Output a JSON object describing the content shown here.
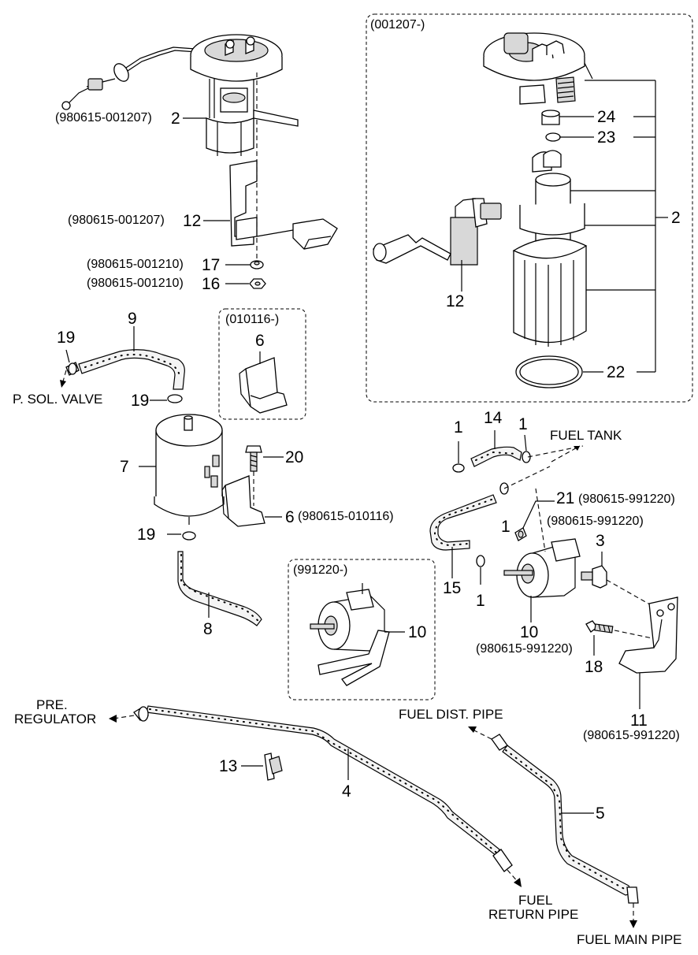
{
  "boxes": {
    "pump_box_variant": "(001207-)",
    "bracket_box_variant": "(010116-)",
    "filter_box_variant": "(991220-)"
  },
  "parts": {
    "p1": "1",
    "p2": "2",
    "p3": "3",
    "p4": "4",
    "p5": "5",
    "p6": "6",
    "p7": "7",
    "p8": "8",
    "p9": "9",
    "p10": "10",
    "p11": "11",
    "p12": "12",
    "p13": "13",
    "p14": "14",
    "p15": "15",
    "p16": "16",
    "p17": "17",
    "p18": "18",
    "p19": "19",
    "p20": "20",
    "p21": "21",
    "p22": "22",
    "p23": "23",
    "p24": "24"
  },
  "labels": {
    "pump_module_range": "(980615-001207)",
    "sender_range": "(980615-001207)",
    "nut17_range": "(980615-001210)",
    "nut16_range": "(980615-001210)",
    "bracket6_range": "(980615-010116)",
    "clip21_range": "(980615-991220)",
    "clip1_range": "(980615-991220)",
    "filter10_range": "(980615-991220)",
    "bracket11_range": "(980615-991220)",
    "p_sol_valve": "P. SOL. VALVE",
    "fuel_tank": "FUEL TANK",
    "pre": "PRE.",
    "regulator": "REGULATOR",
    "fuel_dist_pipe": "FUEL DIST. PIPE",
    "fuel": "FUEL",
    "return_pipe": "RETURN PIPE",
    "fuel_main_pipe": "FUEL MAIN PIPE"
  }
}
